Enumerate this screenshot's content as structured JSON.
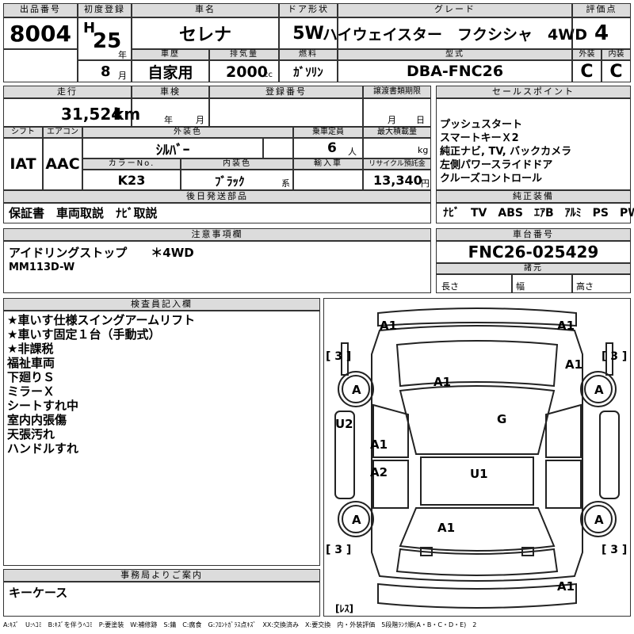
{
  "top": {
    "lot_label": "出品番号",
    "lot": "8004",
    "reg_label": "初度登録",
    "era": "H",
    "year": "25",
    "year_unit": "年",
    "month": "8",
    "month_unit": "月",
    "name_label": "車名",
    "name": "セレナ",
    "door_label": "ドア形状",
    "door": "5W",
    "grade_label": "グレード",
    "grade": "ハイウェイスター　フクシシャ　4WD",
    "score_label": "評価点",
    "score": "4",
    "history_label": "車歴",
    "history": "自家用",
    "disp_label": "排気量",
    "disp": "2000",
    "disp_unit": "cc",
    "fuel_label": "燃料",
    "fuel": "ｶﾞｿﾘﾝ",
    "model_label": "型式",
    "model": "DBA-FNC26",
    "ext_label": "外装",
    "ext": "C",
    "int_label": "内装",
    "int": "C"
  },
  "mid": {
    "mileage_label": "走行",
    "mileage": "31,524",
    "mileage_unit": "km",
    "inspect_label": "車検",
    "inspect_year": "年",
    "inspect_month": "月",
    "regno_label": "登録番号",
    "transfer_label": "譲渡書類期限",
    "transfer_month": "月",
    "transfer_day": "日",
    "shift_label": "シフト",
    "shift": "IAT",
    "ac_label": "エアコン",
    "ac": "AAC",
    "color_label": "外装色",
    "color": "ｼﾙﾊﾞｰ",
    "capacity_label": "乗車定員",
    "capacity": "6",
    "capacity_unit": "人",
    "load_label": "最大積載量",
    "load_unit": "kg",
    "colorno_label": "カラーNo.",
    "colorno": "K23",
    "intcolor_label": "内装色",
    "intcolor": "ﾌﾞﾗｯｸ",
    "intcolor_unit": "系",
    "import_label": "輸入車",
    "recycle_label": "リサイクル預託金",
    "recycle": "13,340",
    "recycle_unit": "円",
    "later_label": "後日発送部品",
    "later": "保証書　車両取説　ﾅﾋﾞ取説"
  },
  "sales": {
    "label": "セールスポイント",
    "lines": [
      "プッシュスタート",
      "スマートキーＸ2",
      "純正ナビ, TV, バックカメラ",
      "左側パワースライドドア",
      "クルーズコントロール"
    ],
    "equip_label": "純正装備",
    "equip": "ﾅﾋﾞ　TV　ABS　ｴｱB　ｱﾙﾐ　PS　PW"
  },
  "caution": {
    "label": "注意事項欄",
    "line1": "アイドリングストップ　　＊4WD",
    "line2": "MM113D-W"
  },
  "chassis": {
    "label": "車台番号",
    "value": "FNC26-025429",
    "dims_label": "諸元",
    "length": "長さ",
    "width": "幅",
    "height": "高さ"
  },
  "inspector": {
    "label": "検査員記入欄",
    "lines": [
      "★車いす仕様スイングアームリフト",
      "★車いす固定１台（手動式）",
      "★非課税",
      "福祉車両",
      "下廻りＳ",
      "ミラーＸ",
      "シートすれ中",
      "室内内張傷",
      "天張汚れ",
      "ハンドルすれ"
    ]
  },
  "office": {
    "label": "事務局よりご案内",
    "text": "キーケース"
  },
  "diagram": {
    "marks": {
      "tl": "A1",
      "tr": "A1",
      "fender_r": "A1",
      "hood": "A1",
      "wheel_fl": "A",
      "wheel_fr": "A",
      "windshield": "G",
      "left_mid": "U2",
      "door_l1": "A1",
      "door_l2": "A2",
      "roof": "U1",
      "wheel_rl": "A",
      "wheel_rr": "A",
      "trunk": "A1",
      "bottom_r": "A1"
    },
    "bracket": "[ 3 ]",
    "bottom_label": "[ﾚｽ]"
  },
  "footer": "A:ｷｽﾞ　U:ﾍｺﾐ　B:ｷｽﾞを伴うﾍｺﾐ　P:要塗装　W:補修跡　S:錆　C:腐食　G:ﾌﾛﾝﾄｶﾞﾗｽ点ｷｽﾞ　XX:交換済み　X:要交換　内・外装評価　5段階ﾗﾝｸ順(A・B・C・D・E)　2"
}
